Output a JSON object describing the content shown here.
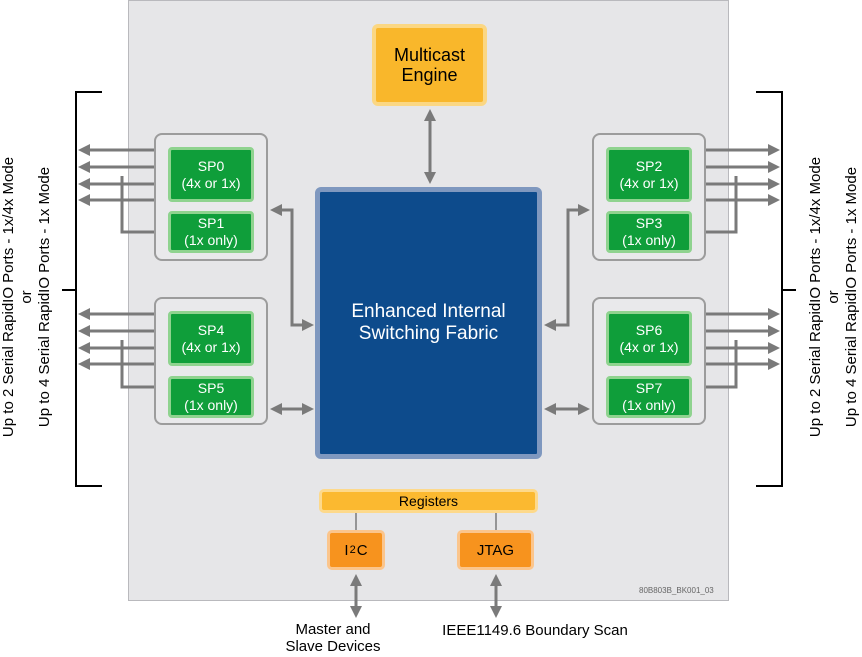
{
  "multicast": {
    "line1": "Multicast",
    "line2": "Engine"
  },
  "fabric": {
    "line1": "Enhanced Internal",
    "line2": "Switching Fabric"
  },
  "ports": [
    {
      "name": "SP0",
      "mode": "(4x or 1x)"
    },
    {
      "name": "SP1",
      "mode": "(1x only)"
    },
    {
      "name": "SP2",
      "mode": "(4x or 1x)"
    },
    {
      "name": "SP3",
      "mode": "(1x only)"
    },
    {
      "name": "SP4",
      "mode": "(4x or 1x)"
    },
    {
      "name": "SP5",
      "mode": "(1x only)"
    },
    {
      "name": "SP6",
      "mode": "(4x or 1x)"
    },
    {
      "name": "SP7",
      "mode": "(1x only)"
    }
  ],
  "registers": "Registers",
  "i2c": {
    "base": "I",
    "sup": "2",
    "tail": "C"
  },
  "jtag": "JTAG",
  "left_label": {
    "line1": "Up to 2 Serial RapidIO Ports - 1x/4x Mode",
    "line2": "or",
    "line3": "Up to 4 Serial RapidIO Ports - 1x Mode"
  },
  "right_label": {
    "line1": "Up to 2 Serial RapidIO Ports - 1x/4x Mode",
    "line2": "or",
    "line3": "Up to 4 Serial RapidIO Ports - 1x Mode"
  },
  "bottom_left": {
    "line1": "Master and",
    "line2": "Slave Devices"
  },
  "bottom_right": "IEEE1149.6 Boundary Scan",
  "watermark": "80B803B_BK001_03",
  "colors": {
    "chip_bg": "#e6e6e8",
    "port_green": "#0f9e3a",
    "fabric_blue": "#0d4b8c",
    "orange": "#f7931e",
    "amber": "#f9b72b",
    "arrow_grey": "#7a7a7a"
  }
}
